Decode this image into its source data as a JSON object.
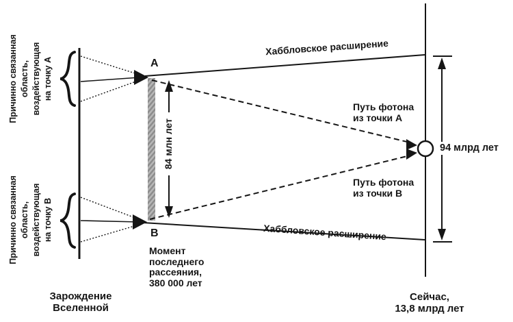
{
  "diagram": {
    "region_a_label": "Причинно связанная\nобласть,\nвоздействующая\nна точку А",
    "region_b_label": "Причинно связанная\nобласть,\nвоздействующая\nна точку В",
    "point_a": "А",
    "point_b": "В",
    "hubble_top": "Хаббловское расширение",
    "hubble_bottom": "Хаббловское расширение",
    "photon_a": "Путь фотона\nиз точки А",
    "photon_b": "Путь фотона\nиз точки В",
    "span_ab": "84 млн лет",
    "span_total": "94 млрд лет",
    "last_scattering": "Момент\nпоследнего\nрассеяния,\n380 000 лет",
    "origin_caption": "Зарождение\nВселенной",
    "now_caption": "Сейчас,\n13,8 млрд лет"
  },
  "colors": {
    "ink": "#151515",
    "bar_fill": "#9b9b9b",
    "background": "#ffffff"
  }
}
